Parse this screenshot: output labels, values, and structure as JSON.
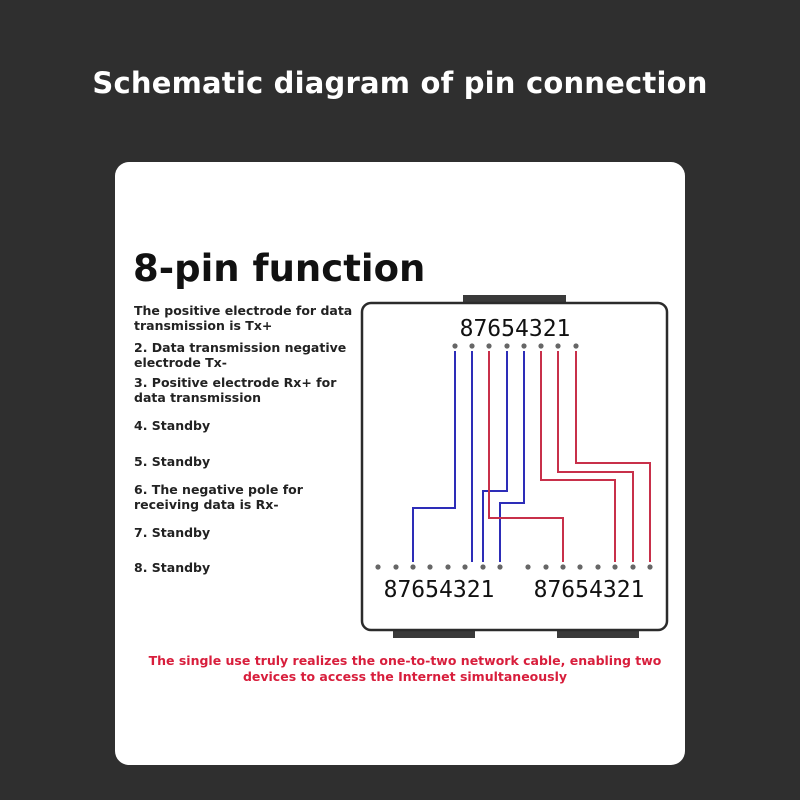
{
  "page_title": "Schematic diagram of pin connection",
  "card_title": "8-pin function",
  "functions": [
    "The positive electrode for data transmission is Tx+",
    "2. Data transmission negative electrode Tx-",
    "3. Positive electrode Rx+ for data transmission",
    "4. Standby",
    "5. Standby",
    "6. The negative pole for receiving data is Rx-",
    "7. Standby",
    "8. Standby"
  ],
  "pin_labels": {
    "top": "87654321",
    "bottom_left": "87654321",
    "bottom_right": "87654321"
  },
  "footer": "The single use truly realizes the one-to-two network cable, enabling two devices to access the Internet simultaneously",
  "colors": {
    "background": "#2f2f2f",
    "card": "#ffffff",
    "blue_wire": "#2d2db8",
    "red_wire": "#c8304a",
    "footer_text": "#d81e3c"
  }
}
